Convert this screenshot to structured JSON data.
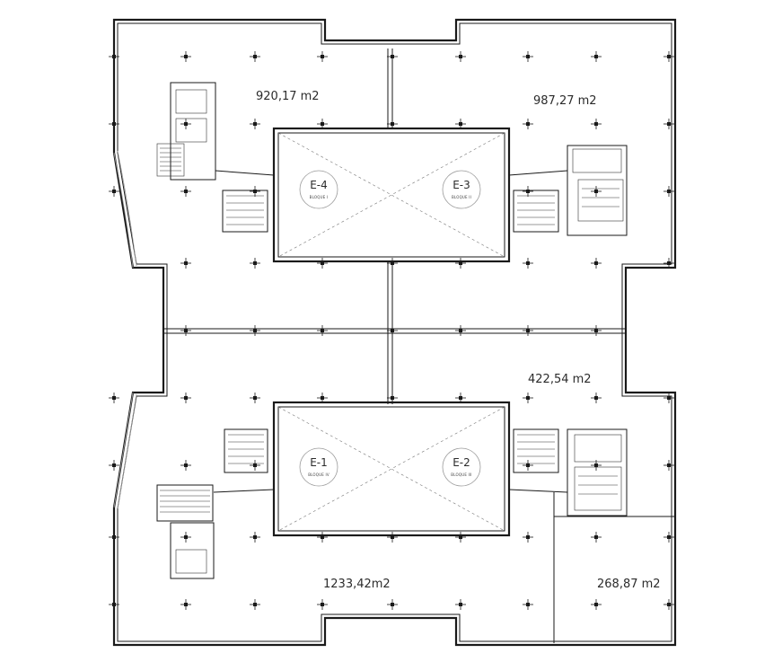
{
  "floor_plan": {
    "areas": [
      {
        "id": "nw",
        "label": "920,17 m2"
      },
      {
        "id": "ne",
        "label": "987,27 m2"
      },
      {
        "id": "center",
        "label": "422,54 m2"
      },
      {
        "id": "sw",
        "label": "1233,42m2"
      },
      {
        "id": "se",
        "label": "268,87 m2"
      }
    ],
    "cores": [
      {
        "id": "e4",
        "label": "E-4",
        "sub": "BLOQUE I"
      },
      {
        "id": "e3",
        "label": "E-3",
        "sub": "BLOQUE II"
      },
      {
        "id": "e1",
        "label": "E-1",
        "sub": "BLOQUE IV"
      },
      {
        "id": "e2",
        "label": "E-2",
        "sub": "BLOQUE III"
      }
    ],
    "colors": {
      "wall": "#1a1a1a",
      "background": "#ffffff",
      "dashed": "#777777"
    }
  }
}
